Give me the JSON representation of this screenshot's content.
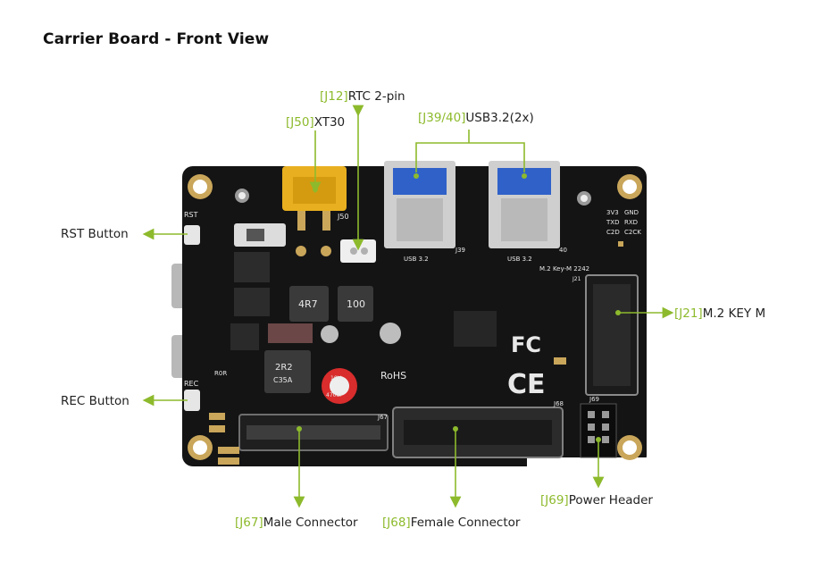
{
  "title": "Carrier Board - Front View",
  "colors": {
    "accent": "#8dba2c",
    "board": "#141414",
    "text": "#222222"
  },
  "callouts": {
    "rtc": {
      "tag": "[J12]",
      "text": "RTC 2-pin"
    },
    "xt30": {
      "tag": "[J50]",
      "text": "XT30"
    },
    "usb": {
      "tag": "[J39/40]",
      "text": "USB3.2(2x)"
    },
    "rst": {
      "tag": "",
      "text": "RST Button"
    },
    "rec": {
      "tag": "",
      "text": "REC Button"
    },
    "m2": {
      "tag": "[J21]",
      "text": "M.2 KEY M"
    },
    "power": {
      "tag": "[J69]",
      "text": "Power Header"
    },
    "male": {
      "tag": "[J67]",
      "text": "Male Connector"
    },
    "female": {
      "tag": "[J68]",
      "text": "Female Connector"
    }
  },
  "silkscreen": {
    "rst": "RST",
    "rec": "REC",
    "j50": "J50",
    "j39": "J39",
    "j40": "40",
    "usb_a": "USB 3.2",
    "usb_b": "USB 3.2",
    "m2": "M.2 Key-M 2242",
    "j21": "J21",
    "j67": "J67",
    "j68": "J68",
    "j69": "J69",
    "inductor_a": "4R7",
    "inductor_b": "100",
    "inductor_c": "2R2",
    "inductor_c2": "C35A",
    "cap": "10V",
    "cap2": "470uF",
    "rohs": "RoHS",
    "fc": "FC",
    "ce": "CE",
    "r_label": "R0R",
    "debug": [
      "3V3",
      "GND",
      "TXD",
      "RXD",
      "C2D",
      "C2CK"
    ]
  }
}
